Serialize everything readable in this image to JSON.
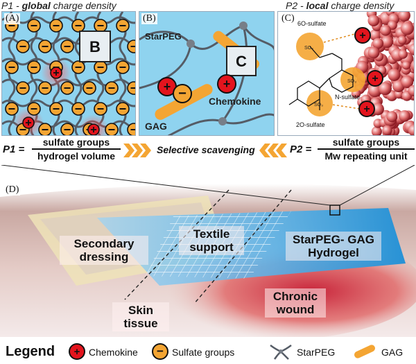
{
  "headers": {
    "p1_prefix": "P1 - ",
    "p1_bold": "global",
    "p1_suffix": " charge density",
    "p2_prefix": "P2 - ",
    "p2_bold": "local",
    "p2_suffix": " charge density"
  },
  "panels": {
    "a": {
      "label": "(A)",
      "box_letter": "B"
    },
    "b": {
      "label": "(B)",
      "box_letter": "C",
      "starpeg": "StarPEG",
      "chemokine": "Chemokine",
      "gag": "GAG"
    },
    "c": {
      "label": "(C)",
      "sulfate_6o": "6O-sulfate",
      "sulfate_n": "N-sulfate",
      "sulfate_2o": "2O-sulfate"
    },
    "d": {
      "label": "(D)"
    }
  },
  "equations": {
    "p1_label": "P1 =",
    "p1_num": "sulfate groups",
    "p1_den": "hydrogel volume",
    "middle": "Selective scavenging",
    "p2_label": "P2 =",
    "p2_num": "sulfate groups",
    "p2_den": "Mw repeating unit"
  },
  "wound_labels": {
    "secondary_dressing": "Secondary dressing",
    "textile_support": "Textile support",
    "hydrogel": "StarPEG- GAG Hydrogel",
    "skin_tissue": "Skin tissue",
    "chronic_wound": "Chronic wound"
  },
  "legend": {
    "title": "Legend",
    "chemokine": "Chemokine",
    "sulfate": "Sulfate groups",
    "starpeg": "StarPEG",
    "gag": "GAG"
  },
  "colors": {
    "panel_bg": "#8fd3ef",
    "red": "#e3141d",
    "orange": "#f4a533",
    "starpeg": "#555c66",
    "skin": "#d7b9b3",
    "wound": "#c8243a",
    "hydrogel": "#3aa7e6"
  }
}
